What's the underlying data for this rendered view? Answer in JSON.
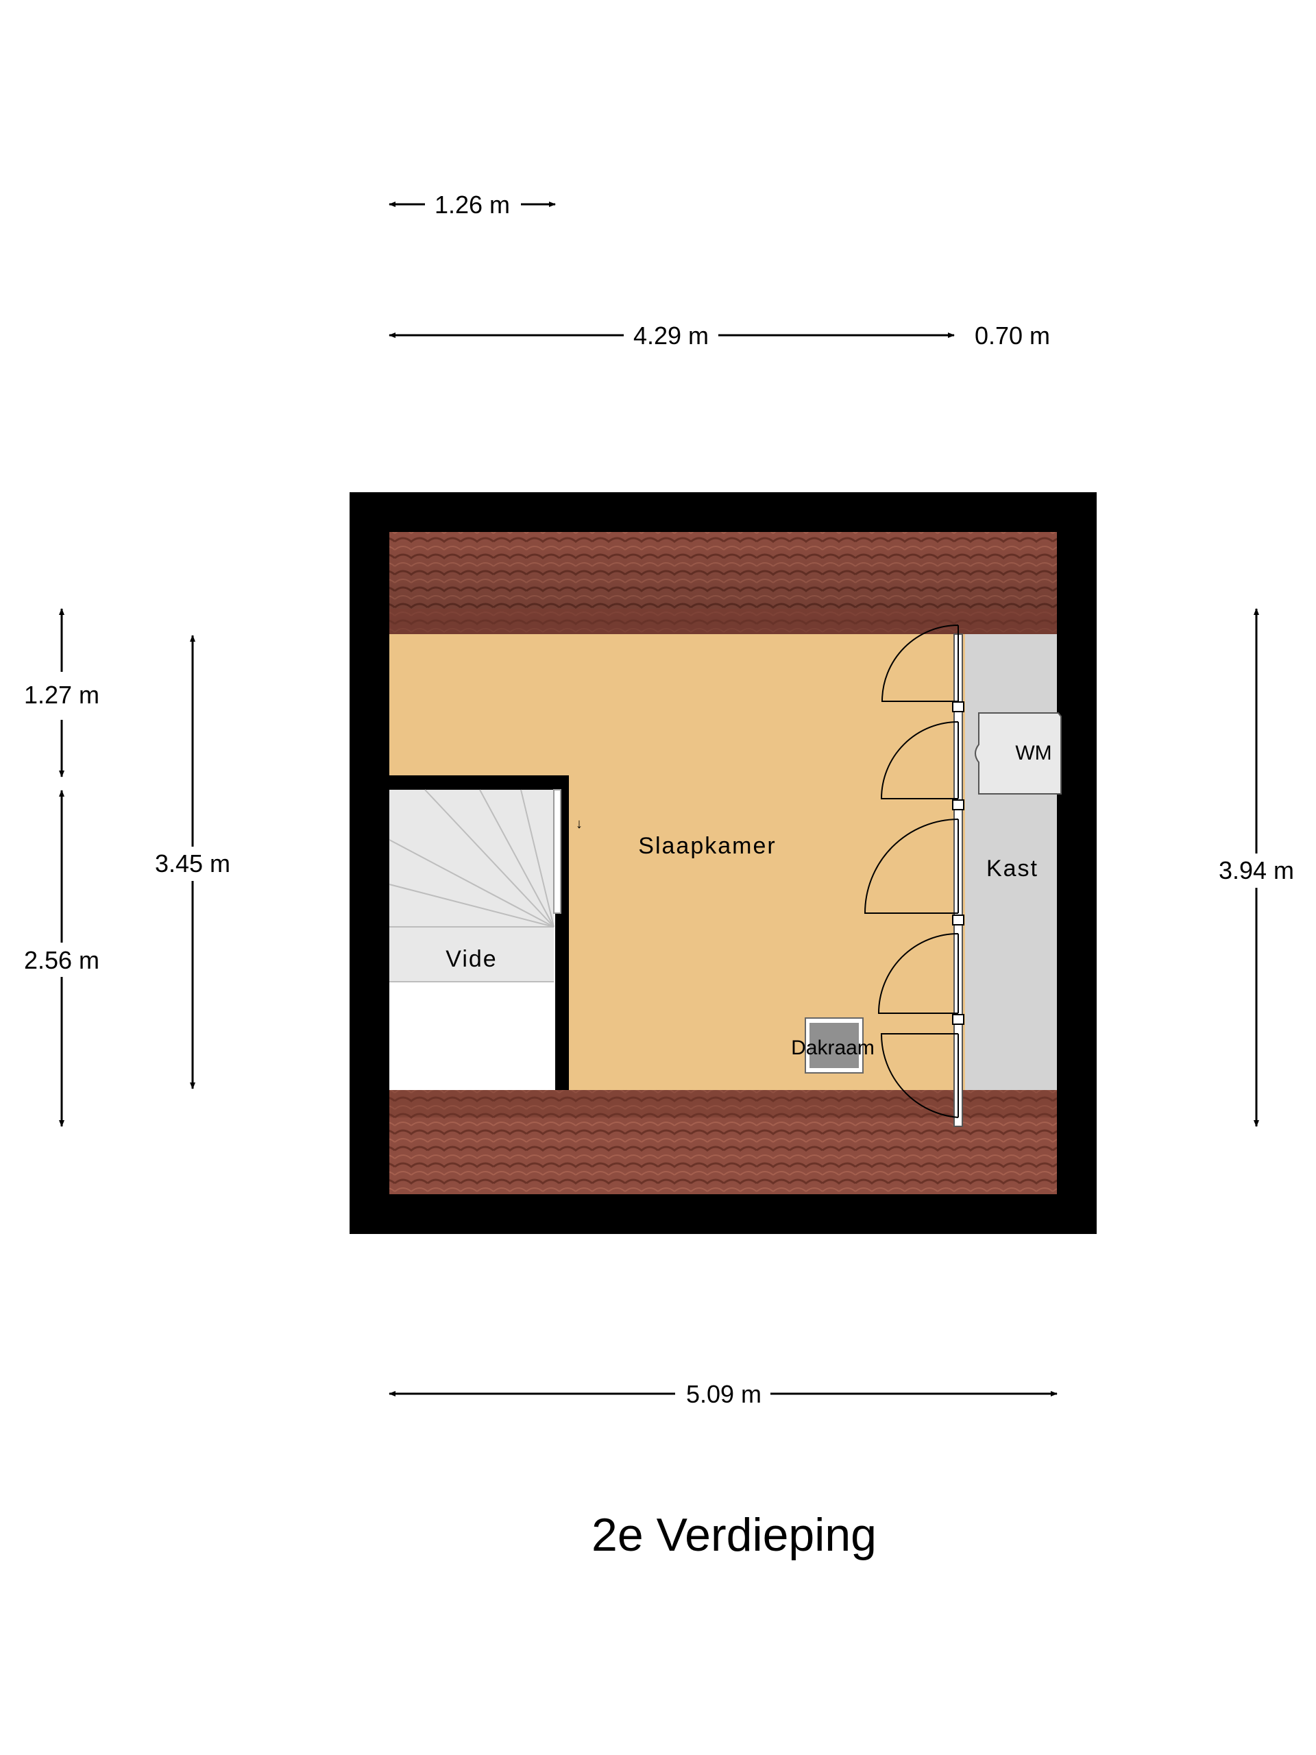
{
  "floor": {
    "title": "2e Verdieping"
  },
  "rooms": {
    "bedroom": "Slaapkamer",
    "closet": "Kast",
    "void": "Vide",
    "washing_machine": "WM",
    "skylight": "Dakraam"
  },
  "dimensions": {
    "top_short": "1.26 m",
    "top_main": "4.29 m",
    "top_closet": "0.70 m",
    "bottom_width": "5.09 m",
    "left_upper": "1.27 m",
    "left_lower": "2.56 m",
    "left_room": "3.45 m",
    "right_height": "3.94 m"
  },
  "colors": {
    "wall": "#000000",
    "floor": "#ecc487",
    "closet": "#d3d3d3",
    "roof_tile": "#8a4a3e",
    "stairs": "#e6e6e6"
  },
  "icons": {
    "arrow": "arrow-icon",
    "door_swing": "door-swing-icon",
    "stair_arrow": "stair-arrow-icon"
  }
}
